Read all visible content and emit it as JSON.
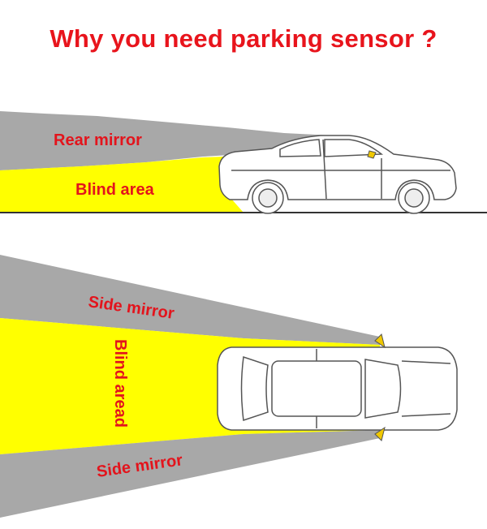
{
  "title": "Why you need parking sensor ?",
  "side_view": {
    "rear_mirror_label": "Rear mirror",
    "blind_area_label": "Blind area"
  },
  "top_view": {
    "side_mirror_top_label": "Side mirror",
    "blind_area_label": "Blind aread",
    "side_mirror_bottom_label": "Side mirror"
  },
  "colors": {
    "title": "#e8141c",
    "label": "#e3141c",
    "mirror_zone": "#a8a8a8",
    "blind_zone": "#ffff00",
    "mirror_marker": "#f0c800"
  }
}
